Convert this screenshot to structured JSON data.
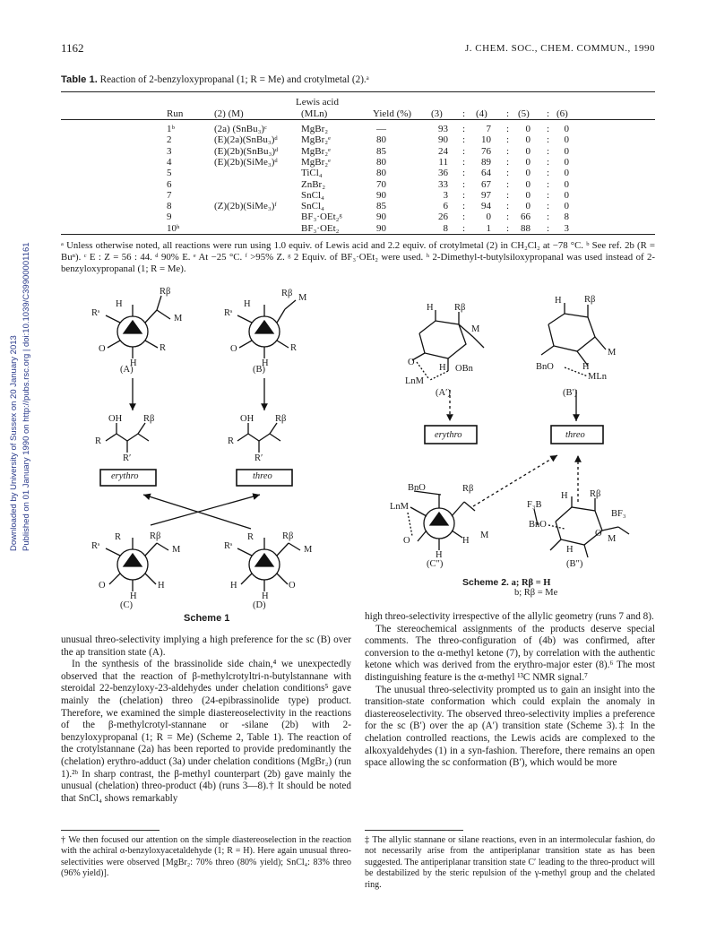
{
  "side_text": {
    "line1": "Downloaded by University of Sussex on 20 January 2013",
    "line2": "Published on 01 January 1990 on http://pubs.rsc.org | doi:10.1039/C39900001161"
  },
  "header": {
    "page_number": "1162",
    "journal": "J. CHEM. SOC., CHEM. COMMUN., 1990"
  },
  "table": {
    "caption_label": "Table 1.",
    "caption_text": "Reaction of 2-benzyloxypropanal (1; R = Me) and crotylmetal (2).ᵃ",
    "headers": {
      "run": "Run",
      "reagent": "(2) (M)",
      "lewis_top": "Lewis acid",
      "lewis_bottom": "(MLn)",
      "yield": "Yield (%)",
      "p3": "(3)",
      "c1": ":",
      "p4": "(4)",
      "c2": ":",
      "p5": "(5)",
      "c3": ":",
      "p6": "(6)"
    },
    "rows": [
      {
        "run": "1ᵇ",
        "reagent": "(2a) (SnBu₃)ᶜ",
        "lewis": "MgBr₂",
        "yield": "—",
        "v3": "93",
        "v4": "7",
        "v5": "0",
        "v6": "0"
      },
      {
        "run": "2",
        "reagent": "(E)(2a)(SnBu₃)ᵈ",
        "lewis": "MgBr₂ᵉ",
        "yield": "80",
        "v3": "90",
        "v4": "10",
        "v5": "0",
        "v6": "0"
      },
      {
        "run": "3",
        "reagent": "(E)(2b)(SnBu₃)ᵈ",
        "lewis": "MgBr₂ᵉ",
        "yield": "85",
        "v3": "24",
        "v4": "76",
        "v5": "0",
        "v6": "0"
      },
      {
        "run": "4",
        "reagent": "(E)(2b)(SiMe₃)ᵈ",
        "lewis": "MgBr₂ᵉ",
        "yield": "80",
        "v3": "11",
        "v4": "89",
        "v5": "0",
        "v6": "0"
      },
      {
        "run": "5",
        "reagent": "",
        "lewis": "TiCl₄",
        "yield": "80",
        "v3": "36",
        "v4": "64",
        "v5": "0",
        "v6": "0"
      },
      {
        "run": "6",
        "reagent": "",
        "lewis": "ZnBr₂",
        "yield": "70",
        "v3": "33",
        "v4": "67",
        "v5": "0",
        "v6": "0"
      },
      {
        "run": "7",
        "reagent": "",
        "lewis": "SnCl₄",
        "yield": "90",
        "v3": "3",
        "v4": "97",
        "v5": "0",
        "v6": "0"
      },
      {
        "run": "8",
        "reagent": "(Z)(2b)(SiMe₃)ᶠ",
        "lewis": "SnCl₄",
        "yield": "85",
        "v3": "6",
        "v4": "94",
        "v5": "0",
        "v6": "0"
      },
      {
        "run": "9",
        "reagent": "",
        "lewis": "BF₃·OEt₂ᵍ",
        "yield": "90",
        "v3": "26",
        "v4": "0",
        "v5": "66",
        "v6": "8"
      },
      {
        "run": "10ʰ",
        "reagent": "",
        "lewis": "BF₃·OEt₂",
        "yield": "90",
        "v3": "8",
        "v4": "1",
        "v5": "88",
        "v6": "3"
      }
    ],
    "footnote": "ᵃ Unless otherwise noted, all reactions were run using 1.0 equiv. of Lewis acid and 2.2 equiv. of crotylmetal (2) in CH₂Cl₂ at −78 °C. ᵇ See ref. 2b (R = Buⁿ). ᶜ E : Z = 56 : 44. ᵈ 90% E. ᵉ At −25 °C. ᶠ >95% Z. ᵍ 2 Equiv. of BF₃·OEt₂ were used. ʰ 2-Dimethyl-t-butylsiloxypropanal was used instead of 2-benzyloxypropanal (1; R = Me)."
  },
  "scheme1": {
    "label": "Scheme 1",
    "conf_A": "(A)",
    "conf_B": "(B)",
    "conf_C": "(C)",
    "conf_D": "(D)",
    "erythro": "erythro",
    "threo": "threo",
    "H": "H",
    "R": "R",
    "Rs": "Rˢ",
    "Rb": "Rβ",
    "M": "M",
    "OH": "OH",
    "Rprime": "R′"
  },
  "scheme2": {
    "label": "Scheme 2.",
    "conf_A": "(A′)",
    "conf_B": "(B′)",
    "conf_C": "(C″)",
    "conf_D": "(B″)",
    "erythro": "erythro",
    "threo": "threo",
    "LnM": "LnM",
    "MLn": "MLn",
    "OBn": "OBn",
    "BnO": "BnO",
    "F3B": "F₃B",
    "BF3": "BF₃",
    "O": "O",
    "H": "H",
    "M": "M",
    "Rb": "Rβ",
    "def_a": "a; Rβ = H",
    "def_b": "b; Rβ = Me"
  },
  "body": {
    "left_p1": "unusual threo-selectivity implying a high preference for the sc (B) over the ap transition state (A).",
    "left_p2": "In the synthesis of the brassinolide side chain,⁴ we unexpectedly observed that the reaction of β-methylcrotyltri-n-butylstannane with steroidal 22-benzyloxy-23-aldehydes under chelation conditions⁵ gave mainly the (chelation) threo (24-epibrassinolide type) product. Therefore, we examined the simple diastereoselectivity in the reactions of the β-methylcrotyl-stannane or -silane (2b) with 2-benzyloxypropanal (1; R = Me) (Scheme 2, Table 1). The reaction of the crotylstannane (2a) has been reported to provide predominantly the (chelation) erythro-adduct (3a) under chelation conditions (MgBr₂) (run 1).²ᵇ In sharp contrast, the β-methyl counterpart (2b) gave mainly the unusual (chelation) threo-product (4b) (runs 3—8).† It should be noted that SnCl₄ shows remarkably",
    "left_fn": "† We then focused our attention on the simple diastereoselection in the reaction with the achiral α-benzyloxyacetaldehyde (1; R = H). Here again unusual threo-selectivities were observed [MgBr₂: 70% threo (80% yield); SnCl₄: 83% threo (96% yield)].",
    "right_p1": "high threo-selectivity irrespective of the allylic geometry (runs 7 and 8).",
    "right_p2": "The stereochemical assignments of the products deserve special comments. The threo-configuration of (4b) was confirmed, after conversion to the α-methyl ketone (7), by correlation with the authentic ketone which was derived from the erythro-major ester (8).⁶ The most distinguishing feature is the α-methyl ¹³C NMR signal.⁷",
    "right_p3": "The unusual threo-selectivity prompted us to gain an insight into the transition-state conformation which could explain the anomaly in diastereoselectivity. The observed threo-selectivity implies a preference for the sc (B′) over the ap (A′) transition state (Scheme 3).‡ In the chelation controlled reactions, the Lewis acids are complexed to the alkoxyaldehydes (1) in a syn-fashion. Therefore, there remains an open space allowing the sc conformation (B′), which would be more",
    "right_fn": "‡ The allylic stannane or silane reactions, even in an intermolecular fashion, do not necessarily arise from the antiperiplanar transition state as has been suggested. The antiperiplanar transition state C′ leading to the threo-product will be destabilized by the steric repulsion of the γ-methyl group and the chelated ring."
  }
}
